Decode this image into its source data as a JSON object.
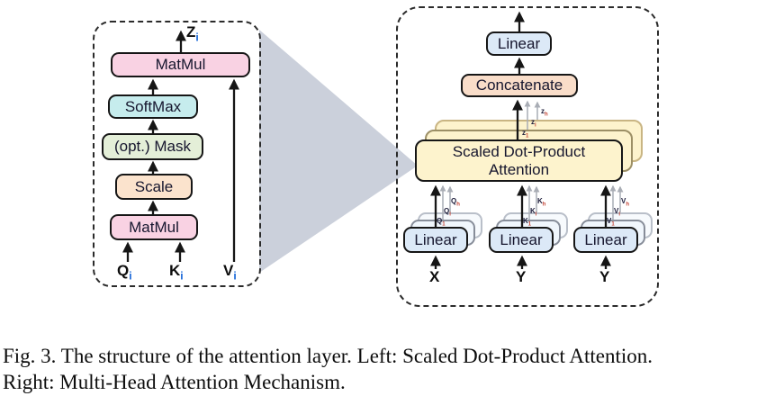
{
  "figure": {
    "caption_line1": "Fig. 3.  The structure of the attention layer. Left: Scaled Dot-Product Attention.",
    "caption_line2": "Right: Multi-Head Attention Mechanism."
  },
  "left_panel": {
    "output": {
      "base": "Z",
      "sub": "i"
    },
    "matmul_top": "MatMul",
    "softmax": "SoftMax",
    "mask": "(opt.) Mask",
    "scale": "Scale",
    "matmul_bottom": "MatMul",
    "inputs": [
      {
        "base": "Q",
        "sub": "i"
      },
      {
        "base": "K",
        "sub": "i"
      },
      {
        "base": "V",
        "sub": "i"
      }
    ]
  },
  "right_panel": {
    "linear_out": "Linear",
    "concatenate": "Concatenate",
    "attention": {
      "line1": "Scaled Dot-Product",
      "line2": "Attention"
    },
    "z_labels": [
      {
        "base": "z",
        "sub": "1"
      },
      {
        "base": "z",
        "sub": "i"
      },
      {
        "base": "z",
        "sub": "h"
      }
    ],
    "q_labels": [
      {
        "base": "Q",
        "sub": "1"
      },
      {
        "base": "Q",
        "sub": "i"
      },
      {
        "base": "Q",
        "sub": "h"
      }
    ],
    "k_labels": [
      {
        "base": "K",
        "sub": "1"
      },
      {
        "base": "K",
        "sub": "i"
      },
      {
        "base": "K",
        "sub": "h"
      }
    ],
    "v_labels": [
      {
        "base": "V",
        "sub": "1"
      },
      {
        "base": "V",
        "sub": "i"
      },
      {
        "base": "V",
        "sub": "h"
      }
    ],
    "linear_labels": [
      "Linear",
      "Linear",
      "Linear"
    ],
    "inputs": [
      "X",
      "Y",
      "Y"
    ]
  },
  "colors": {
    "matmul_pink": "#f9d2e3",
    "softmax_cyan": "#c6eced",
    "mask_green": "#e4efd8",
    "scale_peach": "#fbe3cd",
    "concatenate_peach": "#f9ddc9",
    "attention_yellow": "#fdf3cd",
    "linear_blue": "#dce9f7",
    "zoom_triangle_gray": "#cbd0db",
    "subscript_blue": "#1565d8",
    "subscript_red": "#c44536"
  }
}
